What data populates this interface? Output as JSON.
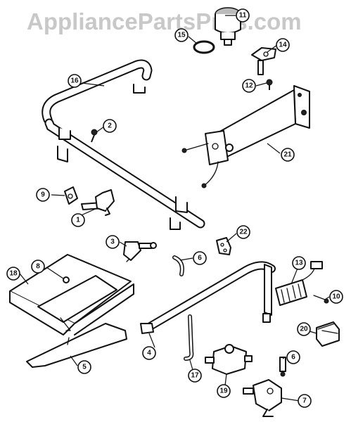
{
  "watermark": "AppliancePartsPros.com",
  "callouts": [
    {
      "id": "c1",
      "label": "1"
    },
    {
      "id": "c2",
      "label": "2"
    },
    {
      "id": "c3",
      "label": "3"
    },
    {
      "id": "c4",
      "label": "4"
    },
    {
      "id": "c5",
      "label": "5"
    },
    {
      "id": "c6a",
      "label": "6"
    },
    {
      "id": "c6b",
      "label": "6"
    },
    {
      "id": "c7",
      "label": "7"
    },
    {
      "id": "c8",
      "label": "8"
    },
    {
      "id": "c9",
      "label": "9"
    },
    {
      "id": "c10",
      "label": "10"
    },
    {
      "id": "c11",
      "label": "11"
    },
    {
      "id": "c12",
      "label": "12"
    },
    {
      "id": "c13",
      "label": "13"
    },
    {
      "id": "c14",
      "label": "14"
    },
    {
      "id": "c15",
      "label": "15"
    },
    {
      "id": "c16",
      "label": "16"
    },
    {
      "id": "c17",
      "label": "17"
    },
    {
      "id": "c18",
      "label": "18"
    },
    {
      "id": "c19",
      "label": "19"
    },
    {
      "id": "c20",
      "label": "20"
    },
    {
      "id": "c21",
      "label": "21"
    },
    {
      "id": "c22",
      "label": "22"
    }
  ]
}
